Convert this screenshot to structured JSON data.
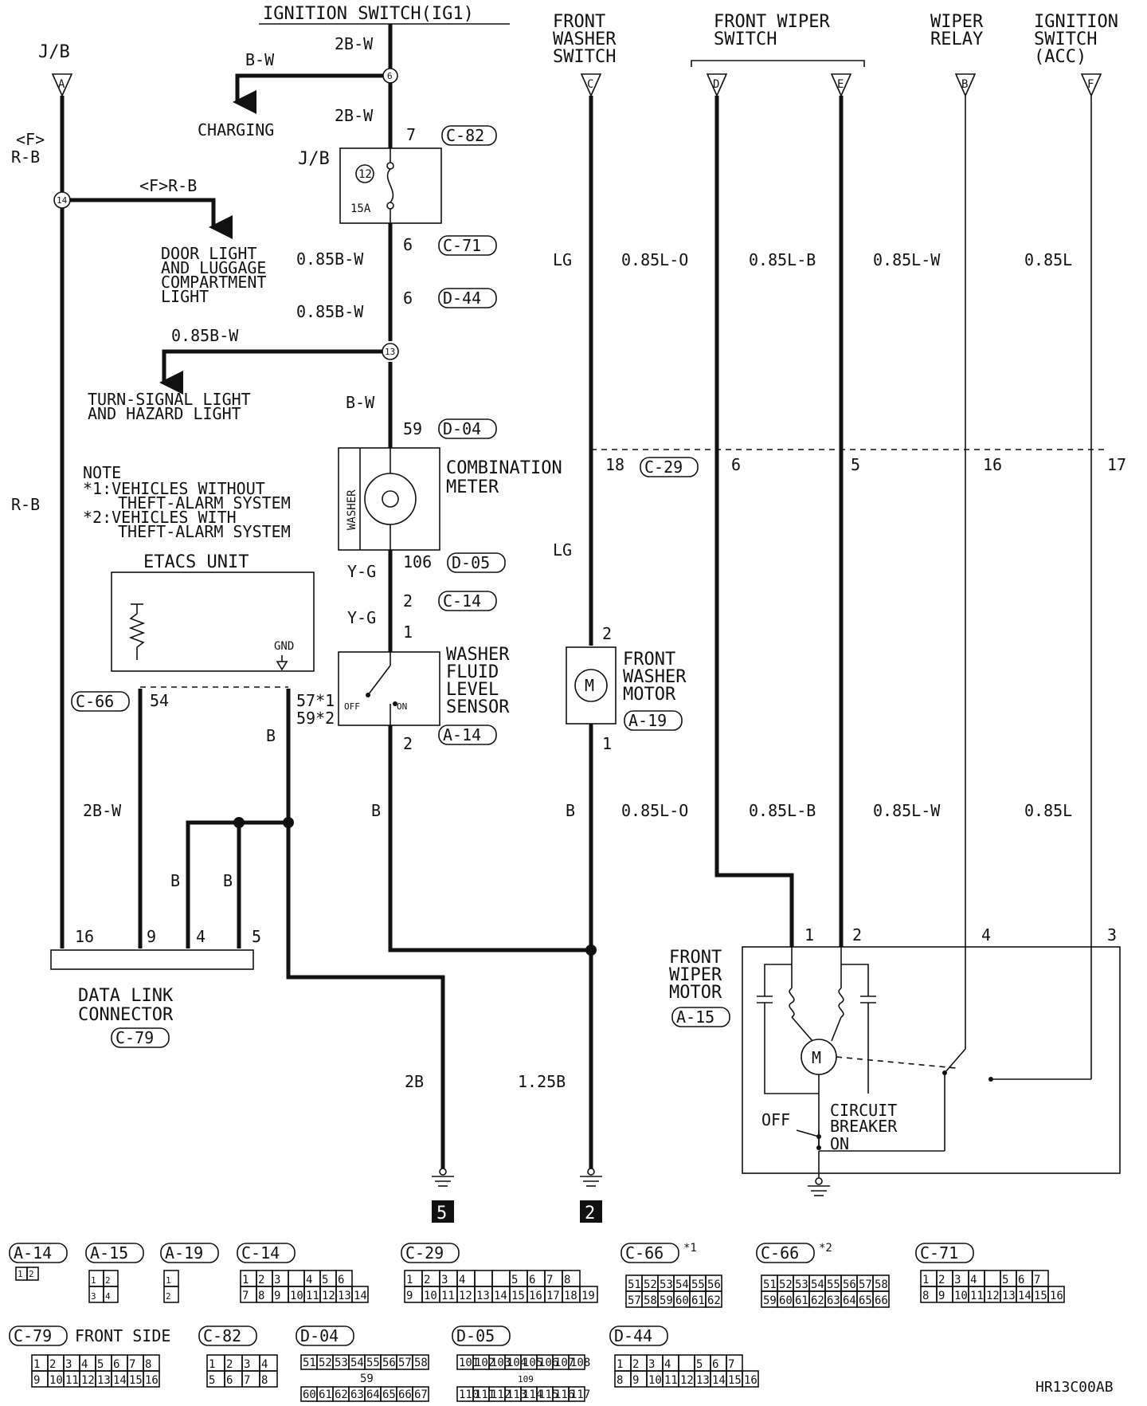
{
  "diagram_code": "HR13C00AB",
  "top_labels": {
    "ignition_ig1": "IGNITION SWITCH(IG1)",
    "jb": "J/B",
    "front_washer_switch": [
      "FRONT",
      "WASHER",
      "SWITCH"
    ],
    "front_wiper_switch": [
      "FRONT WIPER",
      "SWITCH"
    ],
    "wiper_relay": [
      "WIPER",
      "RELAY"
    ],
    "ignition_acc": [
      "IGNITION",
      "SWITCH",
      "(ACC)"
    ]
  },
  "connector_letters": [
    "A",
    "C",
    "D",
    "E",
    "B",
    "F"
  ],
  "splices": [
    "6",
    "14",
    "13"
  ],
  "wire_labels": {
    "2b_w": "2B-W",
    "b_w": "B-W",
    "f": "<F>",
    "r_b": "R-B",
    "f_r_b": "<F>R-B",
    "b085_w": "0.85B-W",
    "y_g": "Y-G",
    "b": "B",
    "lg": "LG",
    "l085_o": "0.85L-O",
    "l085_b": "0.85L-B",
    "l085_w": "0.85L-W",
    "l085": "0.85L",
    "b2": "2B",
    "b125": "1.25B"
  },
  "annotations": {
    "charging": "CHARGING",
    "door_light": [
      "DOOR LIGHT",
      "AND LUGGAGE",
      "COMPARTMENT",
      "LIGHT"
    ],
    "turn_signal": [
      "TURN-SIGNAL LIGHT",
      "AND HAZARD LIGHT"
    ],
    "note": [
      "NOTE",
      "*1:VEHICLES WITHOUT",
      "THEFT-ALARM SYSTEM",
      "*2:VEHICLES WITH",
      "THEFT-ALARM SYSTEM"
    ],
    "fuse_num": "12",
    "fuse_amp": "15A",
    "combination_meter": [
      "COMBINATION",
      "METER"
    ],
    "washer": "WASHER",
    "etacs": "ETACS UNIT",
    "gnd": "GND",
    "washer_fluid_sensor": [
      "WASHER",
      "FLUID",
      "LEVEL",
      "SENSOR"
    ],
    "off": "OFF",
    "on": "ON",
    "front_washer_motor": [
      "FRONT",
      "WASHER",
      "MOTOR"
    ],
    "front_wiper_motor": [
      "FRONT",
      "WIPER",
      "MOTOR"
    ],
    "circuit_breaker": [
      "CIRCUIT",
      "BREAKER"
    ],
    "data_link": [
      "DATA LINK",
      "CONNECTOR"
    ],
    "front_side": "FRONT SIDE",
    "m": "M"
  },
  "pin_numbers": {
    "p7": "7",
    "p6a": "6",
    "p6b": "6",
    "p59": "59",
    "p106": "106",
    "p2a": "2",
    "p1a": "1",
    "p2b": "2",
    "p18": "18",
    "p6c": "6",
    "p5": "5",
    "p16a": "16",
    "p17": "17",
    "p2c": "2",
    "p1b": "1",
    "p54": "54",
    "p57": "57*1",
    "p59b": "59*2",
    "p16b": "16",
    "p9": "9",
    "p4a": "4",
    "p5b": "5",
    "m1": "1",
    "m2": "2",
    "m4": "4",
    "m3": "3"
  },
  "connector_codes": {
    "c82": "C-82",
    "c71": "C-71",
    "d44": "D-44",
    "d04": "D-04",
    "d05": "D-05",
    "c14": "C-14",
    "c29": "C-29",
    "a14": "A-14",
    "a19": "A-19",
    "c66": "C-66",
    "a15": "A-15",
    "c79": "C-79"
  },
  "ground_numbers": [
    "5",
    "2"
  ],
  "legend": {
    "a14": {
      "code": "A-14",
      "pins": [
        "1",
        "2"
      ]
    },
    "a15": {
      "code": "A-15",
      "pins": [
        "1",
        "2",
        "3",
        "4"
      ]
    },
    "a19": {
      "code": "A-19",
      "pins": [
        "1",
        "2"
      ]
    },
    "c14": {
      "code": "C-14",
      "row1": [
        "1",
        "2",
        "3",
        "",
        "4",
        "5",
        "6"
      ],
      "row2": [
        "7",
        "8",
        "9",
        "10",
        "11",
        "12",
        "13",
        "14"
      ]
    },
    "c29": {
      "code": "C-29",
      "row1": [
        "1",
        "2",
        "3",
        "4",
        "",
        "",
        "5",
        "6",
        "7",
        "8"
      ],
      "row2": [
        "9",
        "10",
        "11",
        "12",
        "13",
        "14",
        "15",
        "16",
        "17",
        "18",
        "19"
      ]
    },
    "c66a": {
      "code": "C-66",
      "note": "*1",
      "row1": [
        "51",
        "52",
        "53",
        "54",
        "55",
        "56"
      ],
      "row2": [
        "57",
        "58",
        "59",
        "60",
        "61",
        "62"
      ]
    },
    "c66b": {
      "code": "C-66",
      "note": "*2",
      "row1": [
        "51",
        "52",
        "53",
        "54",
        "55",
        "56",
        "57",
        "58"
      ],
      "row2": [
        "59",
        "60",
        "61",
        "62",
        "63",
        "64",
        "65",
        "66"
      ]
    },
    "c71": {
      "code": "C-71",
      "row1": [
        "1",
        "2",
        "3",
        "4",
        "",
        "5",
        "6",
        "7"
      ],
      "row2": [
        "8",
        "9",
        "10",
        "11",
        "12",
        "13",
        "14",
        "15",
        "16"
      ]
    },
    "c79": {
      "code": "C-79",
      "row1": [
        "1",
        "2",
        "3",
        "4",
        "5",
        "6",
        "7",
        "8"
      ],
      "row2": [
        "9",
        "10",
        "11",
        "12",
        "13",
        "14",
        "15",
        "16"
      ]
    },
    "c82": {
      "code": "C-82",
      "row1": [
        "1",
        "2",
        "3",
        "4"
      ],
      "row2": [
        "5",
        "6",
        "7",
        "8"
      ]
    },
    "d04": {
      "code": "D-04",
      "row1": [
        "51",
        "52",
        "53",
        "54",
        "55",
        "56",
        "57",
        "58"
      ],
      "mid": "59",
      "row2": [
        "60",
        "61",
        "62",
        "63",
        "64",
        "65",
        "66",
        "67"
      ]
    },
    "d05": {
      "code": "D-05",
      "row1": [
        "101",
        "102",
        "103",
        "104",
        "105",
        "106",
        "107",
        "108"
      ],
      "mid": "109",
      "row2": [
        "110",
        "111",
        "112",
        "113",
        "114",
        "115",
        "116",
        "117"
      ]
    },
    "d44": {
      "code": "D-44",
      "row1": [
        "1",
        "2",
        "3",
        "4",
        "",
        "5",
        "6",
        "7"
      ],
      "row2": [
        "8",
        "9",
        "10",
        "11",
        "12",
        "13",
        "14",
        "15",
        "16"
      ]
    }
  }
}
